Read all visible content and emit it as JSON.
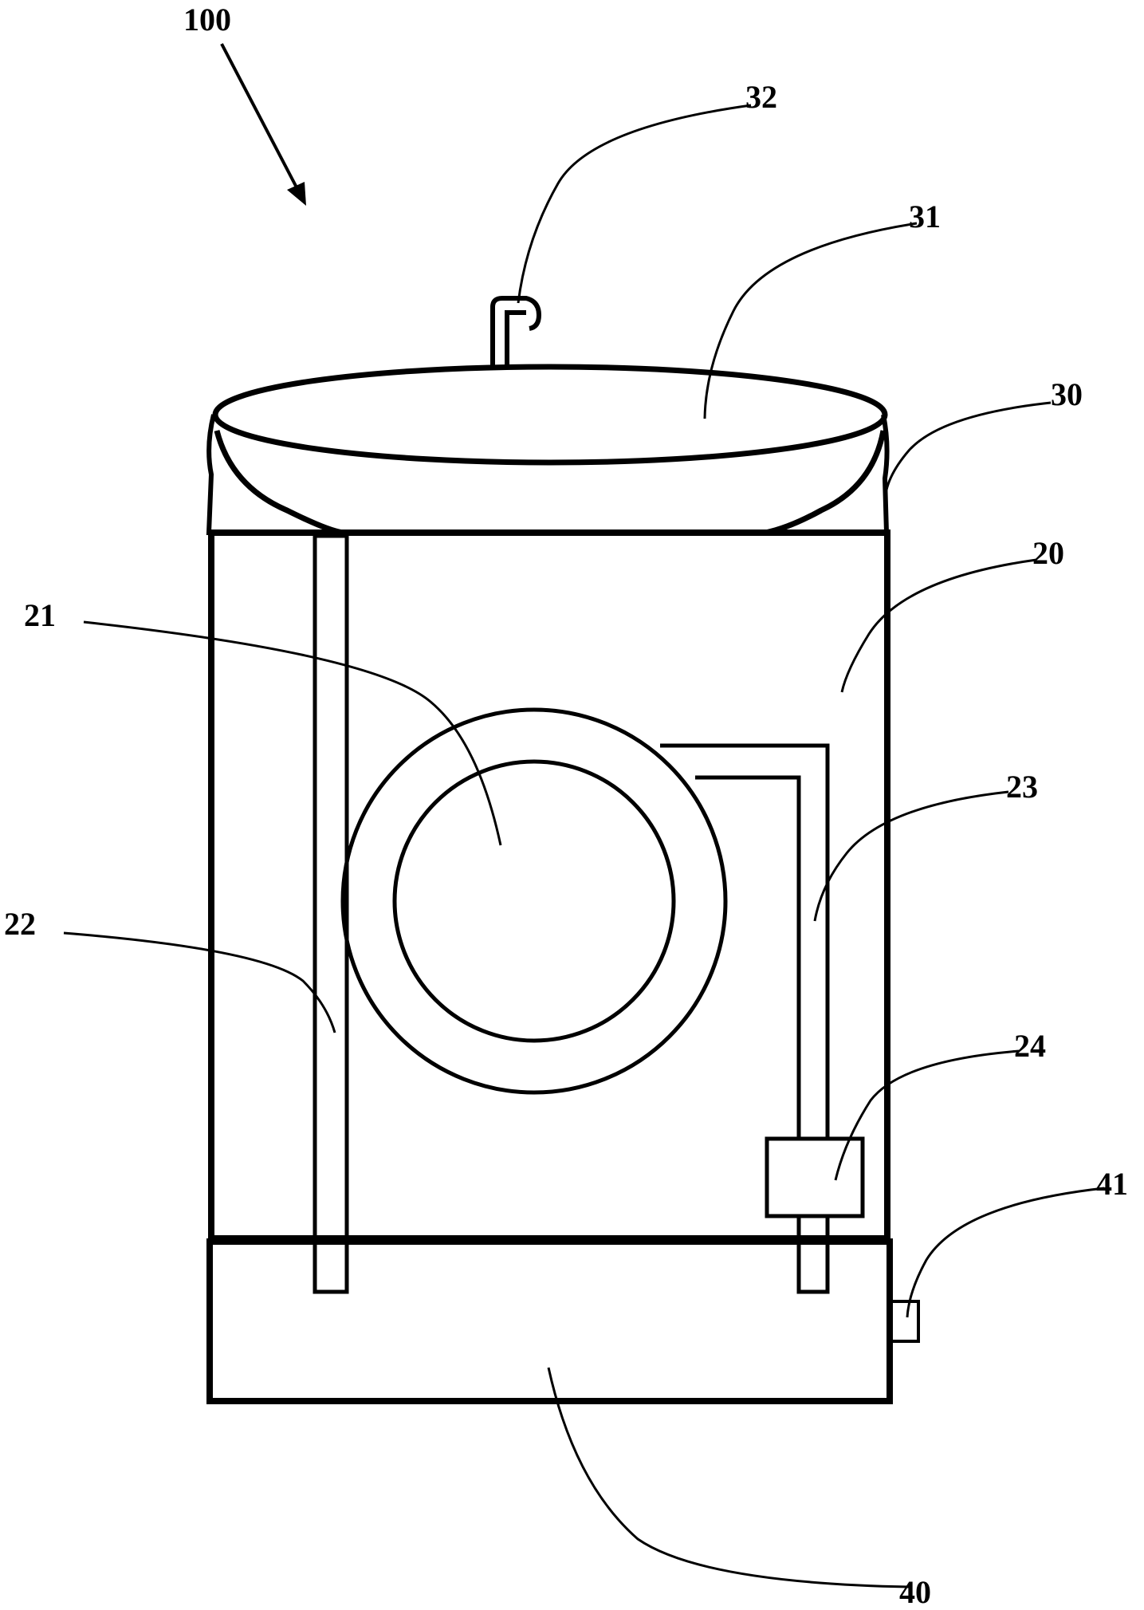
{
  "figure": {
    "labels": {
      "assembly": "100",
      "faucet": "32",
      "basin": "31",
      "basin_support": "30",
      "cabinet": "20",
      "drum_door": "21",
      "left_pipe": "22",
      "right_pipe": "23",
      "valve_box": "24",
      "switch": "41",
      "base": "40"
    },
    "colors": {
      "line": "#000000",
      "background": "#ffffff"
    }
  }
}
